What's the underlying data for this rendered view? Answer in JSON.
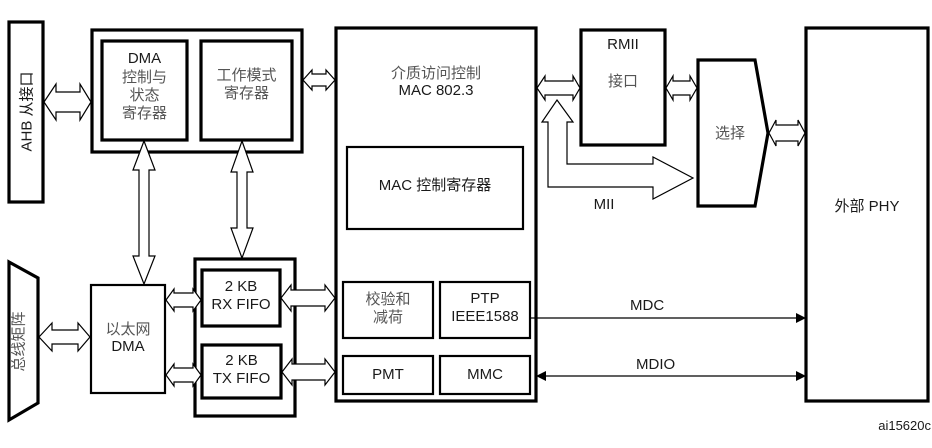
{
  "diagram": {
    "ahb_slave_interface": "AHB 从接口",
    "bus_matrix": "总线矩阵",
    "dma_control_status_regs": {
      "line1": "DMA",
      "line2": "控制与",
      "line3": "状态",
      "line4": "寄存器"
    },
    "operation_mode_regs": {
      "line1": "工作模式",
      "line2": "寄存器"
    },
    "ethernet_dma": {
      "line1": "以太网",
      "line2": "DMA"
    },
    "rx_fifo": {
      "line1": "2 KB",
      "line2": "RX FIFO"
    },
    "tx_fifo": {
      "line1": "2 KB",
      "line2": "TX FIFO"
    },
    "mac": {
      "line1": "介质访问控制",
      "line2": "MAC 802.3"
    },
    "mac_control_regs": "MAC 控制寄存器",
    "checksum_offload": {
      "line1": "校验和",
      "line2": "减荷"
    },
    "ptp": {
      "line1": "PTP",
      "line2": "IEEE1588"
    },
    "pmt": "PMT",
    "mmc": "MMC",
    "rmii_interface": {
      "line1": "RMII",
      "line2": "接口"
    },
    "mii_label": "MII",
    "select": "选择",
    "external_phy": "外部 PHY",
    "mdc_label": "MDC",
    "mdio_label": "MDIO",
    "figure_id": "ai15620c"
  }
}
